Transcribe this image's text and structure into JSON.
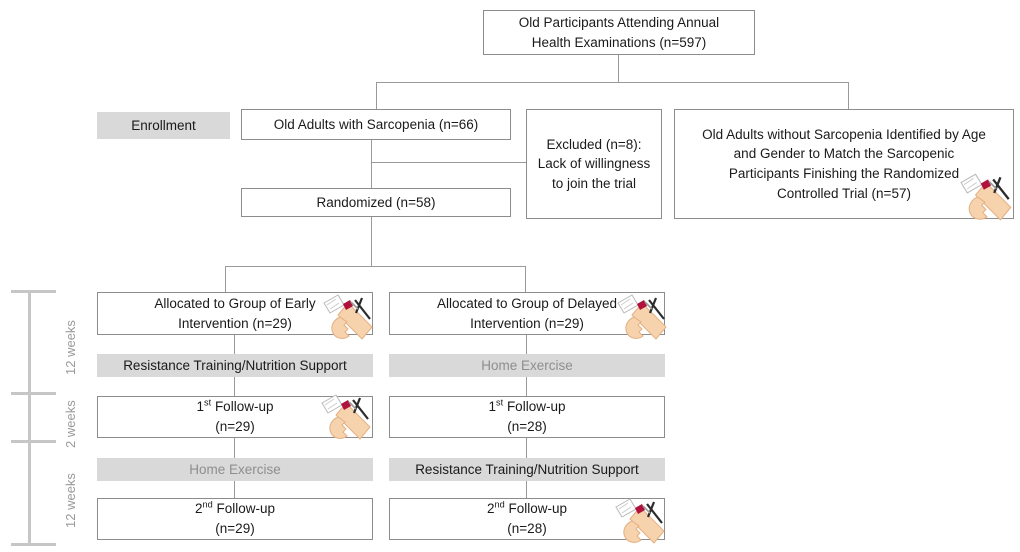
{
  "diagram": {
    "title": "CONSORT-style participant flow diagram",
    "accent_band_color": "#d9d9d9",
    "box_border_color": "#8c8c8c",
    "muted_text_color": "#8e8e8e",
    "connector_color": "#9a9a9a",
    "timeline_color": "#c6c6c6"
  },
  "nodes": {
    "source": {
      "line1": "Old Participants Attending Annual",
      "line2": "Health Examinations (n=597)"
    },
    "stage_label_enrollment": "Enrollment",
    "sarcopenia": "Old Adults with Sarcopenia (n=66)",
    "excluded": {
      "line1": "Excluded (n=8):",
      "line2": "Lack of willingness",
      "line3": "to join the trial"
    },
    "controls": {
      "line1": "Old Adults without Sarcopenia Identified by Age",
      "line2": "and Gender to Match  the Sarcopenic",
      "line3": "Participants Finishing the Randomized",
      "line4": "Controlled Trial (n=57)"
    },
    "randomized": "Randomized (n=58)",
    "alloc_early": {
      "line1": "Allocated to Group of Early",
      "line2": "Intervention (n=29)"
    },
    "alloc_delayed": {
      "line1": "Allocated to Group of Delayed",
      "line2": "Intervention (n=29)"
    },
    "band_left_1": "Resistance Training/Nutrition Support",
    "band_right_1": "Home Exercise",
    "followup1_left": {
      "ordinal": "1",
      "ordinal_suffix": "st",
      "label": "Follow-up",
      "count": "(n=29)"
    },
    "followup1_right": {
      "ordinal": "1",
      "ordinal_suffix": "st",
      "label": "Follow-up",
      "count": "(n=28)"
    },
    "band_left_2": "Home Exercise",
    "band_right_2": "Resistance Training/Nutrition Support",
    "followup2_left": {
      "ordinal": "2",
      "ordinal_suffix": "nd",
      "label": "Follow-up",
      "count": "(n=29)"
    },
    "followup2_right": {
      "ordinal": "2",
      "ordinal_suffix": "nd",
      "label": "Follow-up",
      "count": "(n=28)"
    }
  },
  "timeline": {
    "segments": [
      {
        "label": "12 weeks"
      },
      {
        "label": "2 weeks"
      },
      {
        "label": "12 weeks"
      }
    ]
  },
  "icons": {
    "blood_draw": "blood-draw-icon",
    "occurrences": [
      "controls-box",
      "alloc-early-box",
      "alloc-delayed-box",
      "followup1-left-box",
      "followup2-right-box"
    ]
  }
}
